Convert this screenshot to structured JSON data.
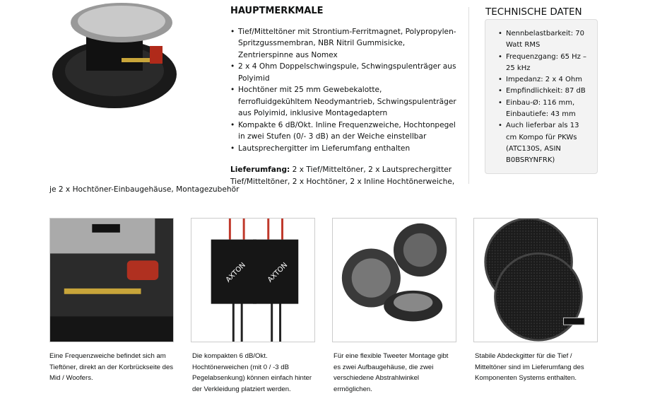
{
  "features": {
    "title": "HAUPTMERKMALE",
    "bullets": [
      "Tief/Mitteltöner mit Strontium-Ferritmagnet, Polypropylen-Spritzgussmembran, NBR Nitril Gummisicke, Zentrierspinne aus Nomex",
      "2 x 4 Ohm Doppelschwingspule, Schwingspulenträger aus Polyimid",
      "Hochtöner mit 25 mm Gewebekalotte, ferrofluidgekühltem Neodymantrieb, Schwingspulenträger aus Polyimid, inklusive Montagedaptern",
      "Kompakte 6 dB/Okt. Inline Frequenzweiche, Hochtonpegel in zwei Stufen (0/- 3 dB) an der Weiche einstellbar",
      "Lautsprechergitter im Lieferumfang enthalten"
    ],
    "delivery_label": "Lieferumfang:",
    "delivery_text": "2 x Tief/Mitteltöner, 2 x Lautsprechergitter Tief/Mitteltöner, 2 x Hochtöner, 2 x Inline Hochtönerweiche,",
    "delivery_tail": "je 2 x Hochtöner-Einbaugehäuse, Montagezubehör"
  },
  "tech": {
    "title": "TECHNISCHE DATEN",
    "bullets": [
      "Nennbelastbarkeit: 70 Watt RMS",
      "Frequenzgang: 65 Hz – 25 kHz",
      "Impedanz: 2 x 4 Ohm",
      "Empfindlichkeit: 87 dB",
      "Einbau-Ø: 116 mm, Einbautiefe: 43 mm",
      "Auch lieferbar als 13 cm Kompo für PKWs (ATC130S, ASIN B0BSRYNFRK)"
    ]
  },
  "brand_logo": "AXTON",
  "gallery": [
    {
      "caption": "Eine Frequenzweiche befindet sich am Tieftöner, direkt an der Korbrückseite des Mid / Woofers."
    },
    {
      "caption": "Die kompakten 6 dB/Okt. Hochtönerweichen (mit 0 / -3 dB Pegelabsenkung) können einfach hinter der Verkleidung platziert werden."
    },
    {
      "caption": "Für eine flexible Tweeter Montage gibt es zwei Aufbaugehäuse, die zwei verschiedene Abstrahlwinkel ermöglichen."
    },
    {
      "caption": "Stabile Abdeckgitter für die Tief / Mitteltöner sind im Lieferumfang des Komponenten Systems enthalten."
    }
  ]
}
